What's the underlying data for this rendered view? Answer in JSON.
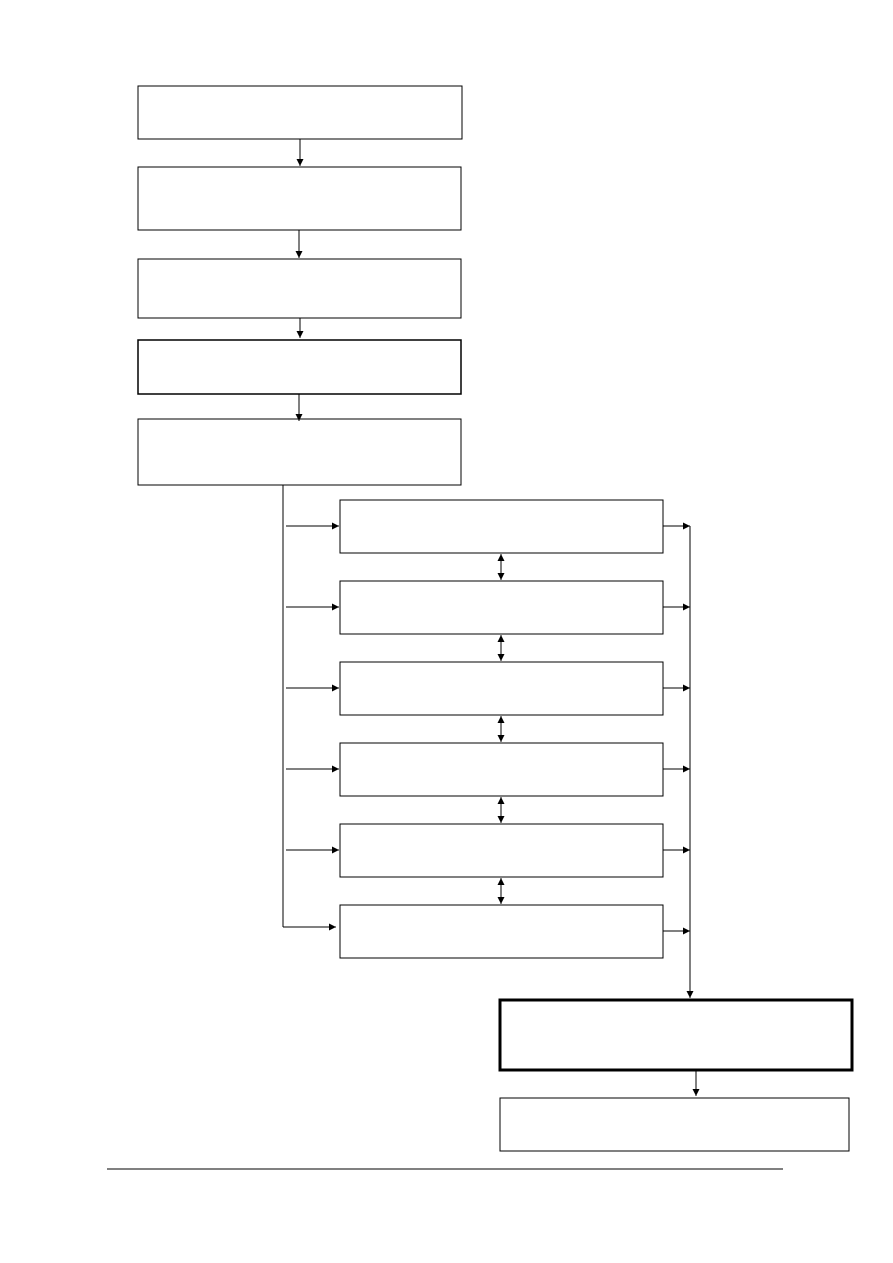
{
  "diagram": {
    "boxes": [
      {
        "id": "step-1",
        "label": ""
      },
      {
        "id": "step-2",
        "label": ""
      },
      {
        "id": "step-3",
        "label": ""
      },
      {
        "id": "step-4",
        "label": ""
      },
      {
        "id": "step-5",
        "label": ""
      },
      {
        "id": "branch-1",
        "label": ""
      },
      {
        "id": "branch-2",
        "label": ""
      },
      {
        "id": "branch-3",
        "label": ""
      },
      {
        "id": "branch-4",
        "label": ""
      },
      {
        "id": "branch-5",
        "label": ""
      },
      {
        "id": "branch-6",
        "label": ""
      },
      {
        "id": "merge-box",
        "label": ""
      },
      {
        "id": "final-box",
        "label": ""
      }
    ]
  }
}
